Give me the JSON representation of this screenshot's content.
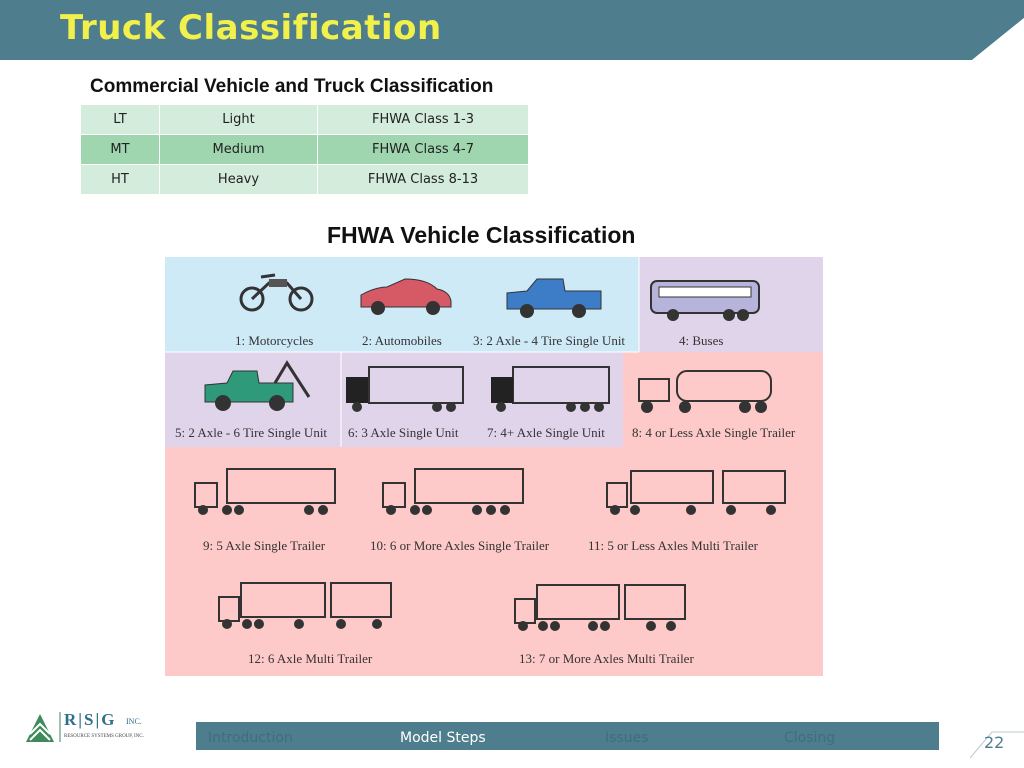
{
  "slide": {
    "title": "Truck Classification",
    "page_number": "22"
  },
  "table": {
    "title": "Commercial Vehicle and Truck Classification",
    "rows": [
      [
        "LT",
        "Light",
        "FHWA Class 1-3"
      ],
      [
        "MT",
        "Medium",
        "FHWA Class 4-7"
      ],
      [
        "HT",
        "Heavy",
        "FHWA Class 8-13"
      ]
    ]
  },
  "figure": {
    "title": "FHWA Vehicle Classification",
    "classes": [
      "1: Motorcycles",
      "2: Automobiles",
      "3: 2 Axle - 4 Tire Single Unit",
      "4: Buses",
      "5: 2 Axle - 6 Tire Single Unit",
      "6: 3 Axle Single Unit",
      "7: 4+ Axle Single Unit",
      "8: 4 or Less Axle Single Trailer",
      "9: 5 Axle Single Trailer",
      "10: 6 or More Axles Single Trailer",
      "11: 5 or Less Axles Multi Trailer",
      "12: 6 Axle Multi Trailer",
      "13: 7 or More Axles Multi Trailer"
    ],
    "colors": {
      "light": "#cfeaf7",
      "medium": "#e0d4ea",
      "heavy": "#fdc9c9"
    }
  },
  "logo": {
    "letters": "R|S|G",
    "suffix": "INC.",
    "tagline": "RESOURCE SYSTEMS GROUP, INC."
  },
  "nav": {
    "items": [
      "Introduction",
      "Model Steps",
      "Issues",
      "Closing"
    ],
    "active": "Model Steps"
  }
}
